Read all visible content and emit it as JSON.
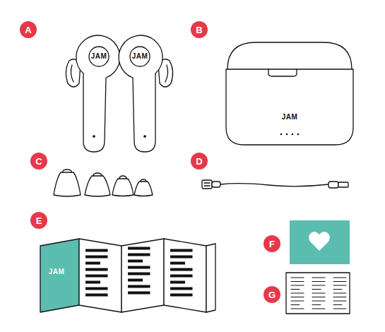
{
  "diagram": {
    "nodes": [
      {
        "text": [
          "A"
        ]
      },
      {
        "text": [
          "B"
        ]
      },
      {
        "text": [
          "C"
        ]
      },
      {
        "text": [
          "D"
        ]
      },
      {
        "text": [
          "E"
        ]
      },
      {
        "text": [
          "F"
        ]
      },
      {
        "text": [
          "G"
        ]
      }
    ],
    "labels": [
      "JAM",
      "JAM",
      "JAM",
      "JAM"
    ]
  }
}
